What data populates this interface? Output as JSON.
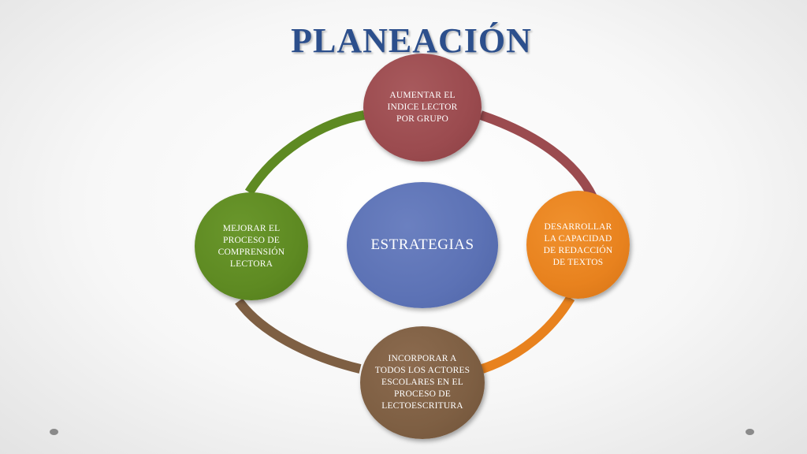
{
  "title": "PLANEACIÓN",
  "center": {
    "label": "ESTRATEGIAS"
  },
  "nodes": {
    "top": {
      "label": "AUMENTAR EL INDICE LECTOR POR GRUPO"
    },
    "right": {
      "label": "DESARROLLAR LA CAPACIDAD DE REDACCIÓN DE TEXTOS"
    },
    "bottom": {
      "label": "INCORPORAR A TODOS LOS ACTORES ESCOLARES EN EL PROCESO DE LECTOESCRITURA"
    },
    "left": {
      "label": "MEJORAR EL PROCESO DE COMPRENSIÓN LECTORA"
    }
  },
  "colors": {
    "title": "#2c4f8c",
    "center": "#5c72b5",
    "top": "#9b4b4f",
    "right": "#e8821e",
    "bottom": "#7e5f43",
    "left": "#5e8a22"
  }
}
